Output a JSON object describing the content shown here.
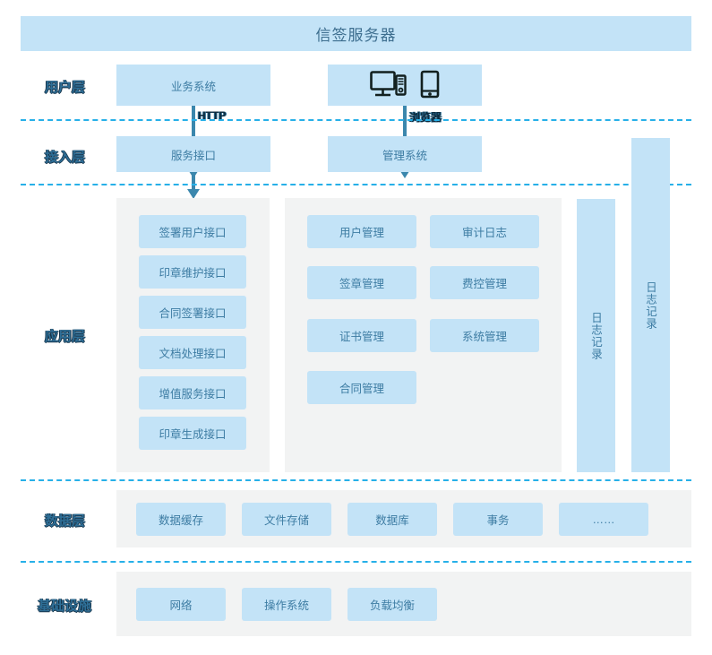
{
  "title": {
    "text": "信签服务器"
  },
  "colors": {
    "box_fill": "#c3e3f7",
    "panel_fill": "#f2f3f3",
    "divider": "#27b0e8",
    "box_text": "#3d7ca3",
    "label_text": "#2e6e96",
    "arrow": "#3b87ad"
  },
  "layers": [
    {
      "label": "用户层"
    },
    {
      "label": "接入层"
    },
    {
      "label": "应用层"
    },
    {
      "label": "数据层"
    },
    {
      "label": "基础设施"
    }
  ],
  "user_layer": {
    "business_system": "业务系统",
    "devices": {
      "desktop_icon": "desktop-computer-icon",
      "mobile_icon": "mobile-phone-icon"
    }
  },
  "connectors": [
    {
      "label": "HTTP"
    },
    {
      "label": "浏览器"
    }
  ],
  "access_layer": {
    "service_interface": "服务接口",
    "management_system": "管理系统"
  },
  "application_layer": {
    "interface_panel": {
      "items": [
        "签署用户接口",
        "印章维护接口",
        "合同签署接口",
        "文档处理接口",
        "增值服务接口",
        "印章生成接口"
      ]
    },
    "management_panel": {
      "items": [
        "用户管理",
        "审计日志",
        "签章管理",
        "费控管理",
        "证书管理",
        "系统管理",
        "合同管理"
      ]
    },
    "log_columns": [
      {
        "label": "日志记录"
      },
      {
        "label": "日志记录"
      }
    ]
  },
  "data_layer": {
    "items": [
      "数据缓存",
      "文件存储",
      "数据库",
      "事务",
      "……"
    ]
  },
  "infrastructure_layer": {
    "items": [
      "网络",
      "操作系统",
      "负载均衡"
    ]
  }
}
